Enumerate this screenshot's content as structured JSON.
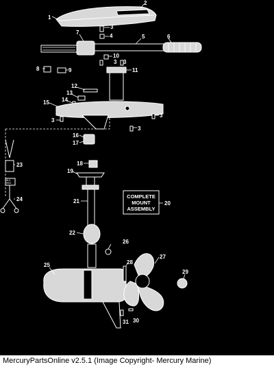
{
  "caption": "MercuryPartsOnline v2.5.1 (Image Copyright- Mercury Marine)",
  "assembly_box": {
    "line1": "COMPLETE",
    "line2": "MOUNT",
    "line3": "ASSEMBLY",
    "number": "20"
  },
  "colors": {
    "background": "#000000",
    "line": "#ffffff",
    "caption_bg": "#ffffff",
    "caption_text": "#000000"
  },
  "callouts": [
    "1",
    "2",
    "3",
    "4",
    "5",
    "6",
    "7",
    "8",
    "9",
    "10",
    "11",
    "12",
    "13",
    "14",
    "15",
    "16",
    "17",
    "18",
    "19",
    "21",
    "22",
    "23",
    "24",
    "25",
    "26",
    "27",
    "28",
    "29",
    "30",
    "31"
  ]
}
